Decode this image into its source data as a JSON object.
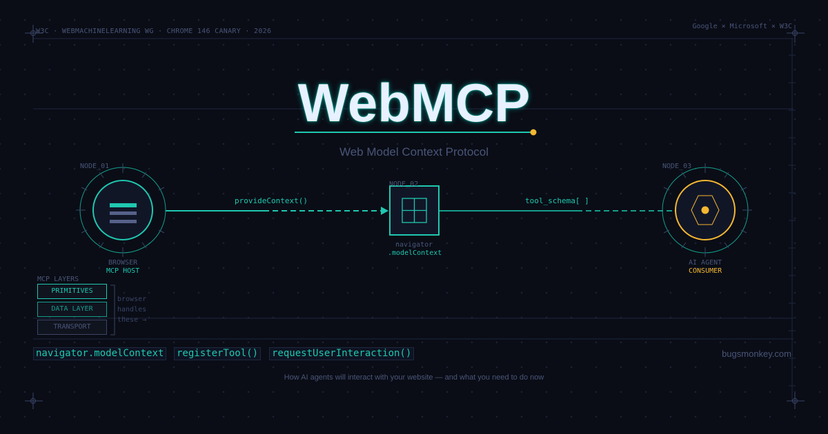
{
  "header": {
    "left": "W3C · WEBMACHINELEARNING WG · CHROME 146 CANARY · 2026",
    "right": "Google × Microsoft × W3C"
  },
  "title": "WebMCP",
  "subtitle": "Web Model Context Protocol",
  "nodes": [
    {
      "id": "NODE_01",
      "label": "BROWSER",
      "role": "MCP HOST",
      "icon": "menu-lines-icon"
    },
    {
      "id": "NODE_02",
      "label": "navigator",
      "role": ".modelContext",
      "icon": "grid-window-icon"
    },
    {
      "id": "NODE_03",
      "label": "AI AGENT",
      "role": "CONSUMER",
      "icon": "hexagon-icon"
    }
  ],
  "edges": [
    {
      "label": "provideContext()"
    },
    {
      "label": "tool_schema[ ]"
    }
  ],
  "layers": {
    "title": "MCP LAYERS",
    "items": [
      "PRIMITIVES",
      "DATA LAYER",
      "TRANSPORT"
    ],
    "note": [
      "browser",
      "handles",
      "these →"
    ]
  },
  "chips": [
    "navigator.modelContext",
    "registerTool()",
    "requestUserInteraction()"
  ],
  "site": "bugsmonkey.com",
  "footer": "How AI agents will interact with your website — and what you need to do now",
  "colors": {
    "bg": "#0a0d16",
    "teal": "#1fc8b0",
    "yellow": "#f5b731",
    "muted": "#4a5578"
  }
}
